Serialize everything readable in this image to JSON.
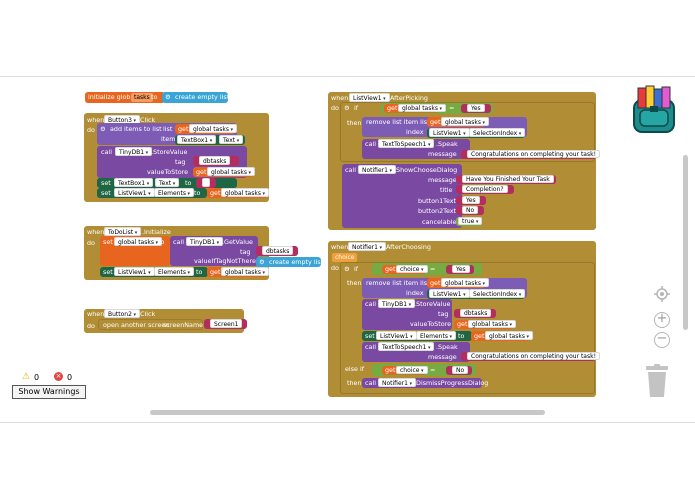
{
  "app": {
    "title": "MIT App Inventor Blocks Editor"
  },
  "colors": {
    "variable": "#e8651f",
    "list": "#7d5cb5",
    "control": "#b18e35",
    "component_event": "#b18e35",
    "component_method": "#7a4aa3",
    "component_setter": "#1f6644",
    "text": "#b32d5e",
    "logic": "#77ab41",
    "lists_create": "#3aa4d6"
  },
  "blocks": {
    "init_global": {
      "kw": "initialize global",
      "name": "tasks",
      "to": "to",
      "value": "create empty list"
    },
    "button3": {
      "when": "when",
      "component": "Button3",
      "event": ".Click",
      "do": "do",
      "add_items": "add items to list",
      "list": "list",
      "get": "get",
      "global_tasks": "global tasks",
      "item": "item",
      "textbox1": "TextBox1",
      "text_prop": "Text",
      "call": "call",
      "tinydb1": "TinyDB1",
      "store_value": ".StoreValue",
      "tag": "tag",
      "dbtasks": "dbtasks",
      "value_to_store": "valueToStore",
      "set": "set",
      "to": "to",
      "listview1": "ListView1",
      "elements": "Elements",
      "empty_text": ""
    },
    "todolist": {
      "when": "when",
      "component": "ToDoList",
      "event": ".Initialize",
      "do": "do",
      "set": "set",
      "global_tasks": "global tasks",
      "to": "to",
      "call": "call",
      "tinydb1": "TinyDB1",
      "get_value": ".GetValue",
      "tag": "tag",
      "dbtasks": "dbtasks",
      "value_if_tag_not_there": "valueIfTagNotThere",
      "create_empty": "create empty list",
      "listview1": "ListView1",
      "elements": "Elements",
      "get": "get"
    },
    "button2": {
      "when": "when",
      "component": "Button2",
      "event": ".Click",
      "do": "do",
      "open_screen": "open another screen",
      "screen_name": "screenName",
      "screen1": "Screen1"
    },
    "afterpicking": {
      "when": "when",
      "component": "ListView1",
      "event": ".AfterPicking",
      "do": "do",
      "if": "if",
      "then": "then",
      "get": "get",
      "global_tasks": "global tasks",
      "eq": "=",
      "yes": "Yes",
      "remove_item": "remove list item list",
      "index": "index",
      "listview1": "ListView1",
      "selection_index": "SelectionIndex",
      "call": "call",
      "tts": "TextToSpeech1",
      "speak": ".Speak",
      "message": "message",
      "congrats": "Congratulations on completing your task!",
      "notifier": "Notifier1",
      "show_choose": ".ShowChooseDialog",
      "title": "title",
      "button1text": "button1Text",
      "button2text": "button2Text",
      "cancelable": "cancelable",
      "finished": "Have You Finished Your Task",
      "completion": "Completion?",
      "no": "No",
      "true": "true"
    },
    "afterchoosing": {
      "when": "when",
      "component": "Notifier1",
      "event": ".AfterChoosing",
      "choice_param": "choice",
      "do": "do",
      "if": "if",
      "then": "then",
      "get": "get",
      "choice": "choice",
      "eq": "=",
      "yes": "Yes",
      "remove_item": "remove list item list",
      "global_tasks": "global tasks",
      "index": "index",
      "listview1": "ListView1",
      "selection_index": "SelectionIndex",
      "call": "call",
      "tinydb1": "TinyDB1",
      "store_value": ".StoreValue",
      "tag": "tag",
      "dbtasks": "dbtasks",
      "value_to_store": "valueToStore",
      "set": "set",
      "elements": "Elements",
      "to": "to",
      "tts": "TextToSpeech1",
      "speak": ".Speak",
      "message": "message",
      "congrats": "Congratulations on completing your task!",
      "else_if": "else if",
      "no": "No",
      "notifier": "Notifier1",
      "dismiss": ".DismissProgressDialog"
    }
  },
  "warnings": {
    "warning_count": "0",
    "error_count": "0",
    "show_warnings": "Show Warnings"
  }
}
